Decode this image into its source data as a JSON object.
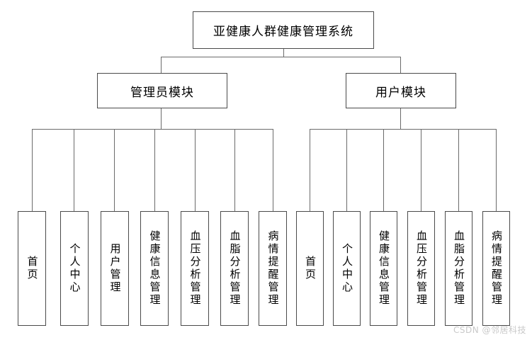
{
  "diagram": {
    "type": "organization-tree",
    "title": "亚健康人群健康管理系统",
    "root": {
      "label": "亚健康人群健康管理系统"
    },
    "branches": [
      {
        "label": "管理员模块",
        "leaves": [
          {
            "label": "首页"
          },
          {
            "label": "个人中心"
          },
          {
            "label": "用户管理"
          },
          {
            "label": "健康信息管理"
          },
          {
            "label": "血压分析管理"
          },
          {
            "label": "血脂分析管理"
          },
          {
            "label": "病情提醒管理"
          }
        ]
      },
      {
        "label": "用户模块",
        "leaves": [
          {
            "label": "首页"
          },
          {
            "label": "个人中心"
          },
          {
            "label": "健康信息管理"
          },
          {
            "label": "血压分析管理"
          },
          {
            "label": "血脂分析管理"
          },
          {
            "label": "病情提醒管理"
          }
        ]
      }
    ]
  },
  "watermark": {
    "text": "CSDN @邻居科技"
  },
  "colors": {
    "box_border": "#4a4a4a",
    "line": "#6b6b6b",
    "text": "#000000",
    "background": "#ffffff",
    "watermark": "#c9c9c9"
  }
}
